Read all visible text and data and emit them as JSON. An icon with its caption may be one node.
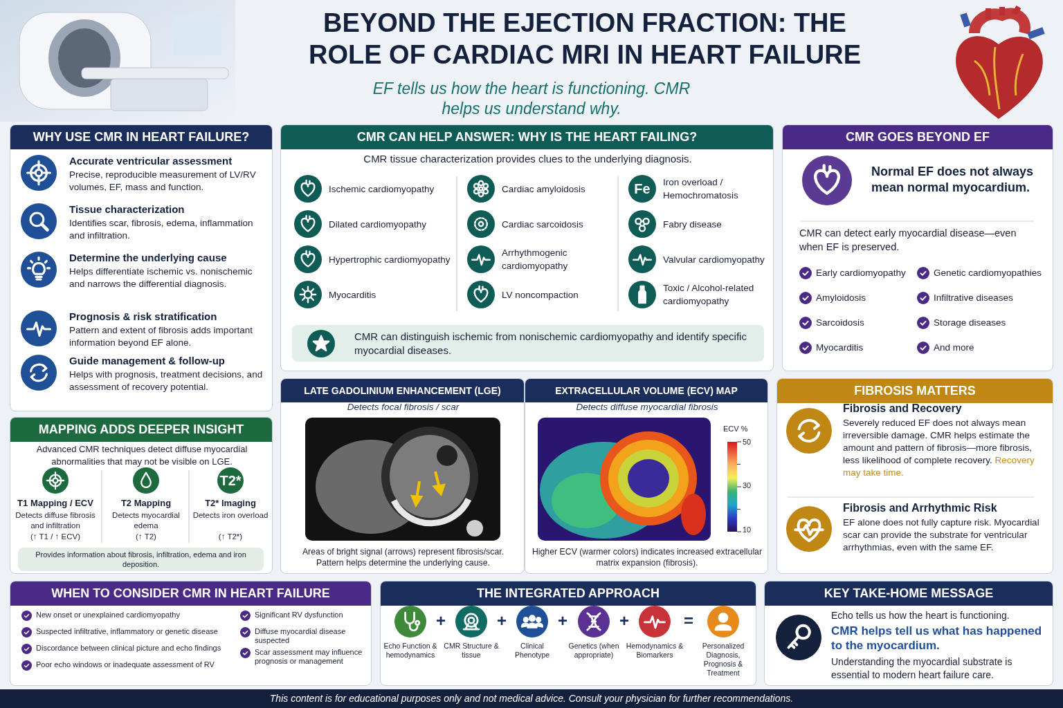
{
  "diagram": {
    "title": "BEYOND THE EJECTION FRACTION: THE ROLE OF CARDIAC MRI IN HEART FAILURE",
    "caption": "This content is for educational purposes only and not medical advice. Consult your physician for further recommendations.",
    "nodes": [
      {
        "text": [
          "WHY USE CMR IN HEART FAILURE?"
        ]
      },
      {
        "text": [
          "Accurate ventricular assessment",
          "Precise, reproducible measurement of LV/RV volumes, EF, mass and function."
        ],
        "in": 0
      },
      {
        "text": [
          "Tissue characterization",
          "Identifies scar, fibrosis, edema, inflammation and infiltration."
        ],
        "in": 0
      },
      {
        "text": [
          "Determine the underlying cause",
          "Helps differentiate ischemic vs. nonischemic and narrows the differential diagnosis."
        ],
        "in": 0
      },
      {
        "text": [
          "Prognosis & risk stratification",
          "Pattern and extent of fibrosis adds important information beyond EF alone."
        ],
        "in": 0
      },
      {
        "text": [
          "Guide management & follow-up",
          "Helps with prognosis, treatment decisions, and assessment of recovery potential."
        ],
        "in": 0
      },
      {
        "text": [
          "CMR CAN HELP ANSWER: WHY IS THE HEART FAILING?",
          "CMR tissue characterization provides clues to the underlying diagnosis."
        ]
      },
      {
        "text": [
          "Ischemic cardiomyopathy"
        ],
        "in": 6
      },
      {
        "text": [
          "Cardiac amyloidosis"
        ],
        "in": 6
      },
      {
        "text": [
          "Fe",
          "Iron overload / Hemochromatosis"
        ],
        "in": 6
      },
      {
        "text": [
          "Dilated cardiomyopathy"
        ],
        "in": 6
      },
      {
        "text": [
          "Cardiac sarcoidosis"
        ],
        "in": 6
      },
      {
        "text": [
          "Fabry disease"
        ],
        "in": 6
      },
      {
        "text": [
          "Hypertrophic cardiomyopathy"
        ],
        "in": 6
      },
      {
        "text": [
          "Arrhythmogenic cardiomyopathy"
        ],
        "in": 6
      },
      {
        "text": [
          "Valvular cardiomyopathy"
        ],
        "in": 6
      },
      {
        "text": [
          "Myocarditis"
        ],
        "in": 6
      },
      {
        "text": [
          "LV noncompaction"
        ],
        "in": 6
      },
      {
        "text": [
          "Toxic / Alcohol-related cardiomyopathy"
        ],
        "in": 6
      },
      {
        "text": [
          "CMR can distinguish ischemic from nonischemic cardiomyopathy and identify specific myocardial diseases."
        ],
        "in": 6
      },
      {
        "text": [
          "CMR GOES BEYOND EF",
          "Normal EF does not always mean normal myocardium.",
          "CMR can detect early myocardial disease—even when EF is preserved.",
          "Early cardiomyopathy",
          "Genetic cardiomyopathies",
          "Amyloidosis",
          "Infiltrative diseases",
          "Sarcoidosis",
          "Storage diseases",
          "Myocarditis",
          "And more"
        ]
      },
      {
        "text": [
          "MAPPING ADDS DEEPER INSIGHT",
          "Advanced CMR techniques detect diffuse myocardial abnormalities that may not be visible on LGE."
        ]
      },
      {
        "text": [
          "T1 Mapping / ECV",
          "Detects diffuse fibrosis and infiltration",
          "(↑ T1 / ↑ ECV)"
        ],
        "in": 21
      },
      {
        "text": [
          "T2 Mapping",
          "Detects myocardial edema",
          "(↑ T2)"
        ],
        "in": 21
      },
      {
        "text": [
          "T2*",
          "T2* Imaging",
          "Detects iron overload",
          "(↑ T2*)"
        ],
        "in": 21
      },
      {
        "text": [
          "Provides information about fibrosis, infiltration, edema and iron deposition."
        ],
        "in": 21
      },
      {
        "text": [
          "LATE GADOLINIUM ENHANCEMENT (LGE)",
          "Detects focal fibrosis / scar",
          "Areas of bright signal (arrows) represent fibrosis/scar. Pattern helps determine the underlying cause."
        ]
      },
      {
        "text": [
          "EXTRACELLULAR VOLUME (ECV) MAP",
          "Detects diffuse myocardial fibrosis",
          "Higher ECV (warmer colors) indicates increased extracellular matrix expansion (fibrosis).",
          "ECV %",
          "50",
          "30",
          "10"
        ]
      },
      {
        "text": [
          "FIBROSIS MATTERS"
        ]
      },
      {
        "text": [
          "Fibrosis and Recovery",
          "Severely reduced EF does not always mean irreversible damage. CMR helps estimate the amount and pattern of fibrosis—more fibrosis, less likelihood of complete recovery.",
          "Recovery may take time."
        ],
        "in": 28
      },
      {
        "text": [
          "Fibrosis and Arrhythmic Risk",
          "EF alone does not fully capture risk. Myocardial scar can provide the substrate for ventricular arrhythmias, even with the same EF."
        ],
        "in": 28
      },
      {
        "text": [
          "WHEN TO CONSIDER CMR IN HEART FAILURE",
          "New onset or unexplained cardiomyopathy",
          "Suspected infiltrative, inflammatory or genetic disease",
          "Discordance between clinical picture and echo findings",
          "Poor echo windows or inadequate assessment of RV",
          "Significant RV dysfunction",
          "Diffuse myocardial disease suspected",
          "Scar assessment may influence prognosis or management"
        ]
      },
      {
        "text": [
          "THE INTEGRATED APPROACH"
        ]
      },
      {
        "text": [
          "Echo Function & hemodynamics"
        ],
        "in": 32
      },
      {
        "text": [
          "CMR Structure & tissue"
        ],
        "in": 32
      },
      {
        "text": [
          "Clinical Phenotype"
        ],
        "in": 32
      },
      {
        "text": [
          "Genetics (when appropriate)"
        ],
        "in": 32
      },
      {
        "text": [
          "Hemodynamics & Biomarkers"
        ],
        "in": 32
      },
      {
        "text": [
          "Personalized Diagnosis, Prognosis & Treatment"
        ],
        "in": 32
      },
      {
        "text": [
          "KEY TAKE-HOME MESSAGE",
          "Echo tells us how the heart is functioning.",
          "CMR helps tell us what has happened to the myocardium.",
          "Understanding the myocardial substrate is essential to modern heart failure care."
        ]
      }
    ],
    "labels": [
      "EF tells us how the heart is functioning. CMR helps us understand why.",
      "+",
      "+",
      "+",
      "+",
      "="
    ]
  }
}
